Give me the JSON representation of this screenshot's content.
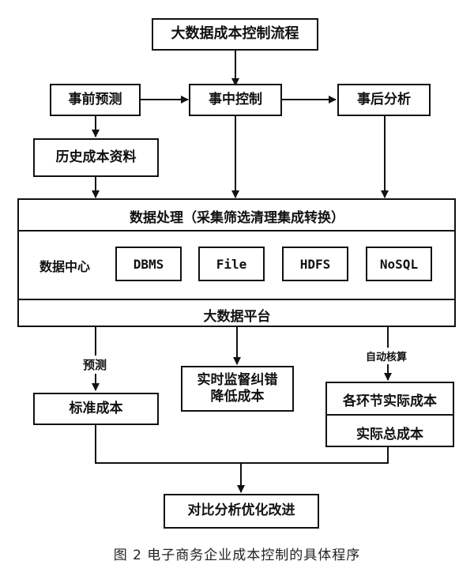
{
  "nodes": {
    "top": "大数据成本控制流程",
    "pre": "事前预测",
    "mid": "事中控制",
    "post": "事后分析",
    "history": "历史成本资料",
    "processing": "数据处理（采集筛选清理集成转换）",
    "data_center_label": "数据中心",
    "db1": "DBMS",
    "db2": "File",
    "db3": "HDFS",
    "db4": "NoSQL",
    "platform": "大数据平台",
    "standard_cost": "标准成本",
    "monitor": [
      "实时监督纠错",
      "降低成本"
    ],
    "actual_cost": "各环节实际成本",
    "total_cost": "实际总成本",
    "final": "对比分析优化改进"
  },
  "edge_labels": {
    "predict": "预测",
    "auto_calc": "自动核算"
  },
  "caption": "图 2   电子商务企业成本控制的具体程序"
}
